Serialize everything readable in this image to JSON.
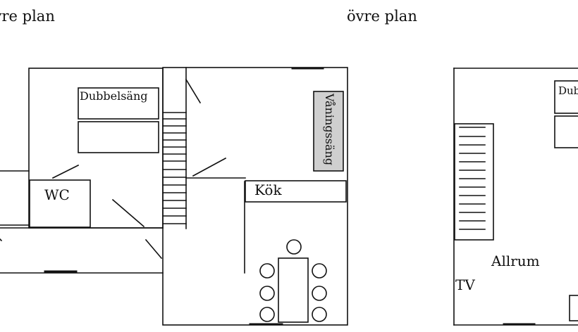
{
  "colors": {
    "line": "#111111",
    "background": "#ffffff",
    "bunk_bed_fill": "#cfcfcf"
  },
  "titles": {
    "left_plan": "övre plan",
    "right_plan": "övre plan"
  },
  "labels": {
    "double_bed_left": "Dubbelsäng",
    "bunk_bed": "Våningssäng",
    "wc": "WC",
    "kitchen": "Kök",
    "allrum": "Allrum",
    "tv": "TV",
    "double_bed_right": "Dub"
  }
}
